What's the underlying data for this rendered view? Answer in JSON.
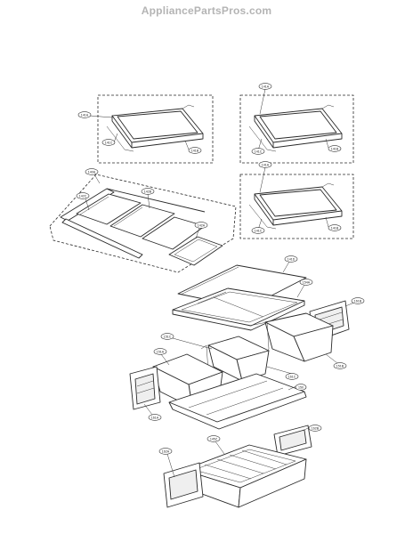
{
  "watermark": "AppliancePartsPros.com",
  "callouts": [
    {
      "id": "c141a-1",
      "text": "141A"
    },
    {
      "id": "c141c-1",
      "text": "141C"
    },
    {
      "id": "c141b-1",
      "text": "141B"
    },
    {
      "id": "c141a-2",
      "text": "141A"
    },
    {
      "id": "c141c-2",
      "text": "141C"
    },
    {
      "id": "c141b-2",
      "text": "141B"
    },
    {
      "id": "c141a-3",
      "text": "141A"
    },
    {
      "id": "c141c-3",
      "text": "141C"
    },
    {
      "id": "c141b-3",
      "text": "141B"
    },
    {
      "id": "c140a",
      "text": "140A"
    },
    {
      "id": "c142c",
      "text": "142C"
    },
    {
      "id": "c142b",
      "text": "142B"
    },
    {
      "id": "c142a",
      "text": "142A"
    },
    {
      "id": "c141d",
      "text": "141D"
    },
    {
      "id": "c154a",
      "text": "154A"
    },
    {
      "id": "c161b",
      "text": "161B"
    },
    {
      "id": "c151c",
      "text": "151C"
    },
    {
      "id": "c151a",
      "text": "151A"
    },
    {
      "id": "c151b",
      "text": "151B"
    },
    {
      "id": "c161c",
      "text": "161C"
    },
    {
      "id": "c150",
      "text": "150"
    },
    {
      "id": "c161a",
      "text": "161A"
    },
    {
      "id": "c162b",
      "text": "162B"
    },
    {
      "id": "c162a",
      "text": "162A"
    },
    {
      "id": "c145z",
      "text": "145Z"
    }
  ]
}
